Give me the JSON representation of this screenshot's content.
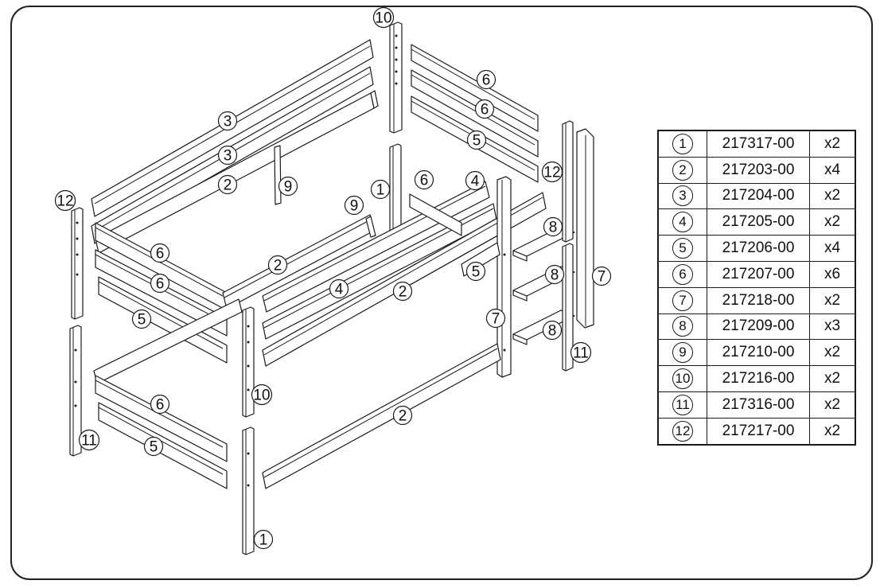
{
  "callouts": [
    {
      "label": "10"
    },
    {
      "label": "6"
    },
    {
      "label": "6"
    },
    {
      "label": "5"
    },
    {
      "label": "12"
    },
    {
      "label": "3"
    },
    {
      "label": "3"
    },
    {
      "label": "2"
    },
    {
      "label": "9"
    },
    {
      "label": "1"
    },
    {
      "label": "6"
    },
    {
      "label": "4"
    },
    {
      "label": "9"
    },
    {
      "label": "12"
    },
    {
      "label": "8"
    },
    {
      "label": "6"
    },
    {
      "label": "2"
    },
    {
      "label": "6"
    },
    {
      "label": "4"
    },
    {
      "label": "2"
    },
    {
      "label": "5"
    },
    {
      "label": "8"
    },
    {
      "label": "7"
    },
    {
      "label": "5"
    },
    {
      "label": "7"
    },
    {
      "label": "8"
    },
    {
      "label": "11"
    },
    {
      "label": "10"
    },
    {
      "label": "6"
    },
    {
      "label": "2"
    },
    {
      "label": "11"
    },
    {
      "label": "5"
    },
    {
      "label": "1"
    }
  ],
  "parts_table": {
    "rows": [
      {
        "num": "1",
        "code": "217317-00",
        "qty": "x2"
      },
      {
        "num": "2",
        "code": "217203-00",
        "qty": "x4"
      },
      {
        "num": "3",
        "code": "217204-00",
        "qty": "x2"
      },
      {
        "num": "4",
        "code": "217205-00",
        "qty": "x2"
      },
      {
        "num": "5",
        "code": "217206-00",
        "qty": "x4"
      },
      {
        "num": "6",
        "code": "217207-00",
        "qty": "x6"
      },
      {
        "num": "7",
        "code": "217218-00",
        "qty": "x2"
      },
      {
        "num": "8",
        "code": "217209-00",
        "qty": "x3"
      },
      {
        "num": "9",
        "code": "217210-00",
        "qty": "x2"
      },
      {
        "num": "10",
        "code": "217216-00",
        "qty": "x2"
      },
      {
        "num": "11",
        "code": "217316-00",
        "qty": "x2"
      },
      {
        "num": "12",
        "code": "217217-00",
        "qty": "x2"
      }
    ]
  }
}
